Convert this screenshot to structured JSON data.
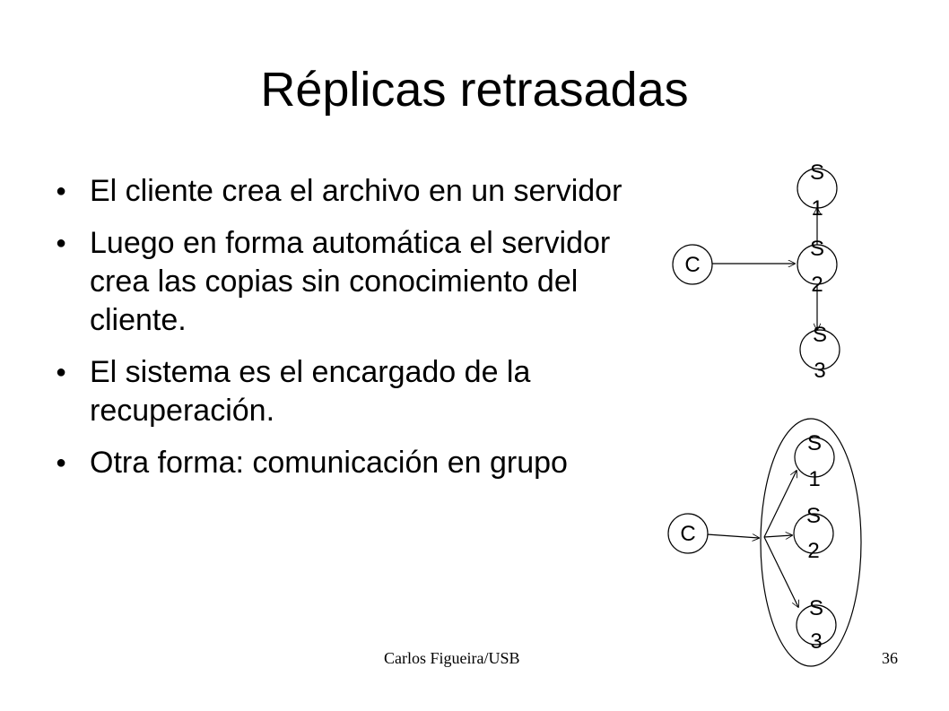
{
  "slide": {
    "title": "Réplicas retrasadas",
    "bullets": [
      "El cliente crea el archivo en un servidor",
      "Luego en forma automática el servidor crea las copias sin conocimiento del cliente.",
      "El sistema es el encargado de la recuperación.",
      "Otra forma: comunicación en grupo"
    ],
    "bullet_symbol": "●"
  },
  "diagram_top": {
    "client": "C",
    "s1": [
      "S",
      "1"
    ],
    "s2": [
      "S",
      "2"
    ],
    "s3": [
      "S",
      "3"
    ]
  },
  "diagram_bottom": {
    "client": "C",
    "s1": [
      "S",
      "1"
    ],
    "s2": [
      "S",
      "2"
    ],
    "s3": [
      "S",
      "3"
    ]
  },
  "footer": {
    "author": "Carlos Figueira/USB",
    "page": "36"
  }
}
